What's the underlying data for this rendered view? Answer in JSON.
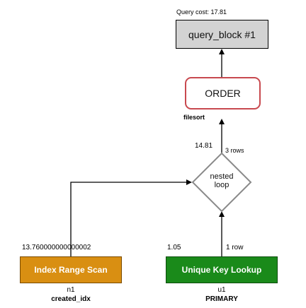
{
  "query_cost": "Query cost: 17.81",
  "nodes": {
    "query_block": {
      "label": "query_block #1"
    },
    "order": {
      "label": "ORDER",
      "sublabel": "filesort"
    },
    "nested_loop": {
      "line1": "nested",
      "line2": "loop",
      "cost": "14.81",
      "rows": "3 rows"
    },
    "index_range_scan": {
      "label": "Index Range Scan",
      "cost": "13.760000000000002",
      "table": "n1",
      "key": "created_idx",
      "color": "#d98f12"
    },
    "unique_key_lookup": {
      "label": "Unique Key Lookup",
      "cost": "1.05",
      "rows": "1 row",
      "table": "u1",
      "key": "PRIMARY",
      "color": "#1a8a1a"
    }
  },
  "colors": {
    "order_border": "#c8494f",
    "query_block_fill": "#d3d3d3"
  }
}
